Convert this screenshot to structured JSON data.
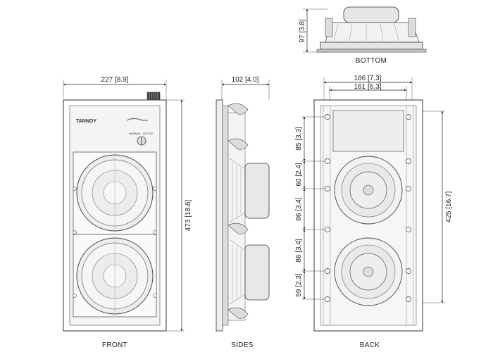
{
  "front": {
    "width_dim": "227 [8.9]",
    "height_dim": "473 [18.6]",
    "label": "FRONT",
    "brand": "TANNOY",
    "control_left": "NORMAL",
    "control_right": "ACTIVE"
  },
  "sides": {
    "depth_dim": "102 [4.0]",
    "label": "SIDES"
  },
  "bottom": {
    "height_dim": "97 [3.8]",
    "label": "BOTTOM"
  },
  "back": {
    "outer_width_dim": "186 [7.3]",
    "inner_width_dim": "161 [6.3]",
    "height_dim": "425 [16.7]",
    "d1": "85 [3.3]",
    "d2": "60 [2.4]",
    "d3": "86 [3.4]",
    "d4": "86 [3.4]",
    "d5": "59 [2.3]",
    "label": "BACK"
  }
}
